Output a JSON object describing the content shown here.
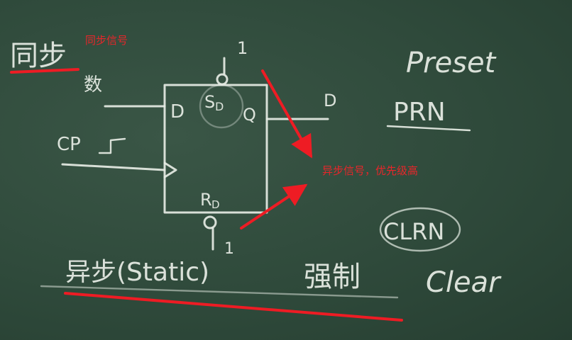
{
  "chalk": {
    "sync_label": "同步",
    "sync_sub": "数",
    "d_input": "D",
    "sd_pin": "S",
    "sd_sub": "D",
    "q_output": "Q",
    "q_ext_label": "D",
    "cp_label": "CP",
    "rd_pin": "R",
    "rd_sub": "D",
    "top_pin_mark": "1",
    "bottom_pin_mark": "1",
    "preset": "Preset",
    "prn": "PRN",
    "clrn": "CLRN",
    "clear": "Clear",
    "static_label": "异步(Static)",
    "forced_label": "强制"
  },
  "annotations": {
    "sync_signal": "同步信号",
    "async_signal": "异步信号，优先级高",
    "color": "#ee1c24"
  }
}
